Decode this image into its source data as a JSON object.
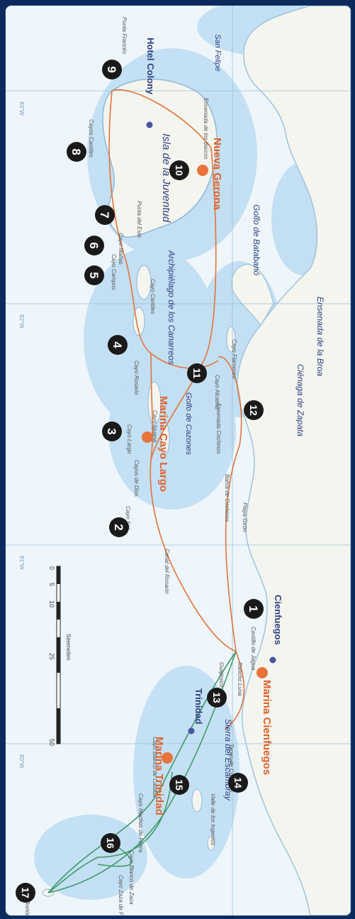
{
  "map": {
    "colors": {
      "frame": "#0d2a5c",
      "sea": "#eef6fb",
      "shallow": "#bcdcf2",
      "land": "#f5f5ef",
      "route_orange": "#e0743c",
      "route_green": "#3f9a6a",
      "marina": "#e8743b",
      "town": "#4a55a0",
      "place_text": "#2c3e80",
      "marina_text": "#e0612a"
    },
    "marinas": [
      "Nueva Gerona",
      "Marina Cayo Largo",
      "Marina Cienfuegos",
      "Marina Trinidad"
    ],
    "towns": [
      "Hotel Colony",
      "Cienfuegos",
      "Trinidad"
    ],
    "areas": [
      "Isla de la Juventud",
      "Archipiélago de los Canarreos",
      "Golfo de Batabanó",
      "Golfo de Cazones",
      "Ciénaga de Zapata",
      "Ensenada de la Broa",
      "Sierra del Escambray",
      "San Felipe"
    ],
    "minor_places": [
      "Ensenada de los Barcos",
      "Punta Francés",
      "Cayo Largo",
      "Cayo Cantiles",
      "Cayo Rosario",
      "Cayo Iguana",
      "Cayos de Dios",
      "Cayo Sal",
      "Cayo Flamenco",
      "Cayo Alcatraz",
      "Cayo Matías",
      "Cayo Campos",
      "Bahía de Cochinos",
      "Playa Girón",
      "Castillo de Jagua",
      "Rancho Luna",
      "Guajimico",
      "Topes de Collantes",
      "Valle de los Ingenios",
      "Cayo Blanco de Casilda",
      "Cayo Machos de Fuera",
      "Cayo Blanco de Zaza",
      "Cayo Zaza de Fuera",
      "Cayo Bretón",
      "Cayos Cantiles",
      "Punta del Este",
      "Ensenada Cochinos",
      "Canal del Rosario",
      "Cayo Sal"
    ],
    "waypoints": [
      "1",
      "2",
      "3",
      "4",
      "5",
      "6",
      "7",
      "8",
      "9",
      "10",
      "11",
      "12",
      "13",
      "14",
      "15",
      "16",
      "17"
    ],
    "longitudes": [
      "83°W",
      "82°W",
      "81°W",
      "80°W"
    ],
    "scale": {
      "ticks": [
        "0",
        "5",
        "10",
        "25",
        "50"
      ],
      "unit": "Seemeilen"
    }
  }
}
